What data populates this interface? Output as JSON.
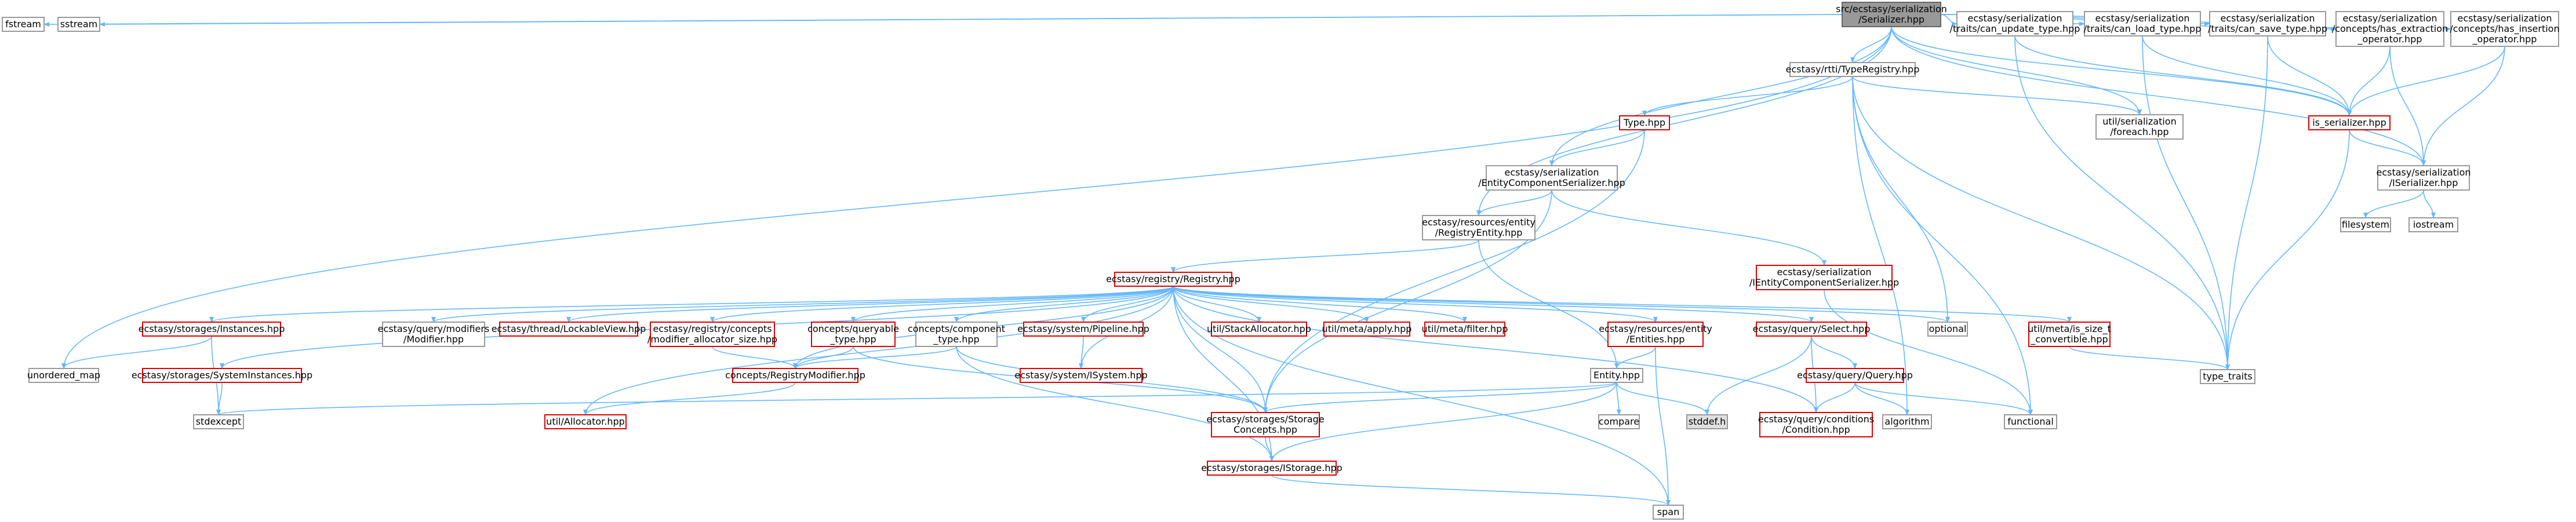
{
  "colors": {
    "edge": "#63b8ff",
    "arrow": "#63b8ff",
    "node_red_border": "#e00000",
    "node_grey_border": "#999999",
    "root_fill": "#999999",
    "std_fill": "#e0e0e0",
    "text": "#000000",
    "background": "#ffffff"
  },
  "nodes": [
    {
      "id": "root",
      "lines": [
        "src/ecstasy/serialization",
        "/Serializer.hpp"
      ],
      "style": "root"
    },
    {
      "id": "fstream",
      "lines": [
        "fstream"
      ],
      "style": "grey"
    },
    {
      "id": "sstream",
      "lines": [
        "sstream"
      ],
      "style": "grey"
    },
    {
      "id": "unordered_map",
      "lines": [
        "unordered_map"
      ],
      "style": "grey"
    },
    {
      "id": "rtti_TypeRegistry",
      "lines": [
        "ecstasy/rtti/TypeRegistry.hpp"
      ],
      "style": "grey"
    },
    {
      "id": "can_update",
      "lines": [
        "ecstasy/serialization",
        "/traits/can_update_type.hpp"
      ],
      "style": "grey"
    },
    {
      "id": "can_load",
      "lines": [
        "ecstasy/serialization",
        "/traits/can_load_type.hpp"
      ],
      "style": "grey"
    },
    {
      "id": "can_save",
      "lines": [
        "ecstasy/serialization",
        "/traits/can_save_type.hpp"
      ],
      "style": "grey"
    },
    {
      "id": "has_extraction",
      "lines": [
        "ecstasy/serialization",
        "/concepts/has_extraction",
        "_operator.hpp"
      ],
      "style": "grey"
    },
    {
      "id": "has_insertion",
      "lines": [
        "ecstasy/serialization",
        "/concepts/has_insertion",
        "_operator.hpp"
      ],
      "style": "grey"
    },
    {
      "id": "Type",
      "lines": [
        "Type.hpp"
      ],
      "style": "red"
    },
    {
      "id": "foreach",
      "lines": [
        "util/serialization",
        "/foreach.hpp"
      ],
      "style": "grey"
    },
    {
      "id": "is_serializer",
      "lines": [
        "is_serializer.hpp"
      ],
      "style": "red"
    },
    {
      "id": "EntityComponentSerializer",
      "lines": [
        "ecstasy/serialization",
        "/EntityComponentSerializer.hpp"
      ],
      "style": "grey"
    },
    {
      "id": "ISerializer",
      "lines": [
        "ecstasy/serialization",
        "/ISerializer.hpp"
      ],
      "style": "grey"
    },
    {
      "id": "RegistryEntity",
      "lines": [
        "ecstasy/resources/entity",
        "/RegistryEntity.hpp"
      ],
      "style": "grey"
    },
    {
      "id": "filesystem",
      "lines": [
        "filesystem"
      ],
      "style": "grey"
    },
    {
      "id": "iostream",
      "lines": [
        "iostream"
      ],
      "style": "grey"
    },
    {
      "id": "IEntityComponentSerializer",
      "lines": [
        "ecstasy/serialization",
        "/IEntityComponentSerializer.hpp"
      ],
      "style": "red"
    },
    {
      "id": "Registry",
      "lines": [
        "ecstasy/registry/Registry.hpp"
      ],
      "style": "red"
    },
    {
      "id": "Instances",
      "lines": [
        "ecstasy/storages/Instances.hpp"
      ],
      "style": "red"
    },
    {
      "id": "Modifier",
      "lines": [
        "ecstasy/query/modifiers",
        "/Modifier.hpp"
      ],
      "style": "grey"
    },
    {
      "id": "LockableView",
      "lines": [
        "ecstasy/thread/LockableView.hpp"
      ],
      "style": "red"
    },
    {
      "id": "modifier_allocator_size",
      "lines": [
        "ecstasy/registry/concepts",
        "/modifier_allocator_size.hpp"
      ],
      "style": "red"
    },
    {
      "id": "queryable_type",
      "lines": [
        "concepts/queryable",
        "_type.hpp"
      ],
      "style": "red"
    },
    {
      "id": "component_type",
      "lines": [
        "concepts/component",
        "_type.hpp"
      ],
      "style": "grey"
    },
    {
      "id": "Pipeline",
      "lines": [
        "ecstasy/system/Pipeline.hpp"
      ],
      "style": "red"
    },
    {
      "id": "StackAllocator",
      "lines": [
        "util/StackAllocator.hpp"
      ],
      "style": "red"
    },
    {
      "id": "apply",
      "lines": [
        "util/meta/apply.hpp"
      ],
      "style": "red"
    },
    {
      "id": "filter",
      "lines": [
        "util/meta/filter.hpp"
      ],
      "style": "red"
    },
    {
      "id": "Entities",
      "lines": [
        "ecstasy/resources/entity",
        "/Entities.hpp"
      ],
      "style": "red"
    },
    {
      "id": "Select",
      "lines": [
        "ecstasy/query/Select.hpp"
      ],
      "style": "red"
    },
    {
      "id": "optional",
      "lines": [
        "optional"
      ],
      "style": "grey"
    },
    {
      "id": "is_size_t_convertible",
      "lines": [
        "util/meta/is_size_t",
        "_convertible.hpp"
      ],
      "style": "red"
    },
    {
      "id": "type_traits",
      "lines": [
        "type_traits"
      ],
      "style": "grey"
    },
    {
      "id": "SystemInstances",
      "lines": [
        "ecstasy/storages/SystemInstances.hpp"
      ],
      "style": "red"
    },
    {
      "id": "RegistryModifier",
      "lines": [
        "concepts/RegistryModifier.hpp"
      ],
      "style": "red"
    },
    {
      "id": "ISystem",
      "lines": [
        "ecstasy/system/ISystem.hpp"
      ],
      "style": "red"
    },
    {
      "id": "Entity",
      "lines": [
        "Entity.hpp"
      ],
      "style": "grey"
    },
    {
      "id": "Query",
      "lines": [
        "ecstasy/query/Query.hpp"
      ],
      "style": "red"
    },
    {
      "id": "stdexcept",
      "lines": [
        "stdexcept"
      ],
      "style": "grey"
    },
    {
      "id": "Allocator",
      "lines": [
        "util/Allocator.hpp"
      ],
      "style": "red"
    },
    {
      "id": "StorageConcepts",
      "lines": [
        "ecstasy/storages/Storage",
        "Concepts.hpp"
      ],
      "style": "red"
    },
    {
      "id": "compare",
      "lines": [
        "compare"
      ],
      "style": "grey"
    },
    {
      "id": "stddef",
      "lines": [
        "stddef.h"
      ],
      "style": "std"
    },
    {
      "id": "Condition",
      "lines": [
        "ecstasy/query/conditions",
        "/Condition.hpp"
      ],
      "style": "red"
    },
    {
      "id": "algorithm",
      "lines": [
        "algorithm"
      ],
      "style": "grey"
    },
    {
      "id": "functional",
      "lines": [
        "functional"
      ],
      "style": "grey"
    },
    {
      "id": "IStorage",
      "lines": [
        "ecstasy/storages/IStorage.hpp"
      ],
      "style": "red"
    },
    {
      "id": "span",
      "lines": [
        "span"
      ],
      "style": "grey"
    }
  ],
  "edges": [
    [
      "root",
      "fstream"
    ],
    [
      "root",
      "sstream"
    ],
    [
      "root",
      "unordered_map"
    ],
    [
      "root",
      "rtti_TypeRegistry"
    ],
    [
      "root",
      "can_update"
    ],
    [
      "root",
      "can_load"
    ],
    [
      "root",
      "can_save"
    ],
    [
      "root",
      "has_extraction"
    ],
    [
      "root",
      "has_insertion"
    ],
    [
      "root",
      "ISerializer"
    ],
    [
      "root",
      "foreach"
    ],
    [
      "root",
      "EntityComponentSerializer"
    ],
    [
      "root",
      "RegistryEntity"
    ],
    [
      "root",
      "is_serializer"
    ],
    [
      "rtti_TypeRegistry",
      "Type"
    ],
    [
      "rtti_TypeRegistry",
      "foreach"
    ],
    [
      "rtti_TypeRegistry",
      "optional"
    ],
    [
      "rtti_TypeRegistry",
      "type_traits"
    ],
    [
      "rtti_TypeRegistry",
      "algorithm"
    ],
    [
      "rtti_TypeRegistry",
      "functional"
    ],
    [
      "can_update",
      "is_serializer"
    ],
    [
      "can_update",
      "type_traits"
    ],
    [
      "can_load",
      "is_serializer"
    ],
    [
      "can_load",
      "type_traits"
    ],
    [
      "can_save",
      "is_serializer"
    ],
    [
      "can_save",
      "type_traits"
    ],
    [
      "has_extraction",
      "is_serializer"
    ],
    [
      "has_extraction",
      "ISerializer"
    ],
    [
      "has_insertion",
      "is_serializer"
    ],
    [
      "has_insertion",
      "ISerializer"
    ],
    [
      "Type",
      "EntityComponentSerializer"
    ],
    [
      "Type",
      "StorageConcepts"
    ],
    [
      "is_serializer",
      "ISerializer"
    ],
    [
      "is_serializer",
      "type_traits"
    ],
    [
      "EntityComponentSerializer",
      "RegistryEntity"
    ],
    [
      "EntityComponentSerializer",
      "IEntityComponentSerializer"
    ],
    [
      "EntityComponentSerializer",
      "StorageConcepts"
    ],
    [
      "ISerializer",
      "filesystem"
    ],
    [
      "ISerializer",
      "iostream"
    ],
    [
      "RegistryEntity",
      "Registry"
    ],
    [
      "RegistryEntity",
      "Entity"
    ],
    [
      "IEntityComponentSerializer",
      "functional"
    ],
    [
      "Registry",
      "Instances"
    ],
    [
      "Registry",
      "Modifier"
    ],
    [
      "Registry",
      "LockableView"
    ],
    [
      "Registry",
      "modifier_allocator_size"
    ],
    [
      "Registry",
      "queryable_type"
    ],
    [
      "Registry",
      "component_type"
    ],
    [
      "Registry",
      "Pipeline"
    ],
    [
      "Registry",
      "StackAllocator"
    ],
    [
      "Registry",
      "apply"
    ],
    [
      "Registry",
      "filter"
    ],
    [
      "Registry",
      "Entities"
    ],
    [
      "Registry",
      "Select"
    ],
    [
      "Registry",
      "optional"
    ],
    [
      "Registry",
      "is_size_t_convertible"
    ],
    [
      "Registry",
      "SystemInstances"
    ],
    [
      "Registry",
      "RegistryModifier"
    ],
    [
      "Registry",
      "ISystem"
    ],
    [
      "Registry",
      "StorageConcepts"
    ],
    [
      "Registry",
      "IStorage"
    ],
    [
      "Registry",
      "Allocator"
    ],
    [
      "Registry",
      "Condition"
    ],
    [
      "Registry",
      "span"
    ],
    [
      "Instances",
      "unordered_map"
    ],
    [
      "Instances",
      "stdexcept"
    ],
    [
      "SystemInstances",
      "stdexcept"
    ],
    [
      "modifier_allocator_size",
      "RegistryModifier"
    ],
    [
      "queryable_type",
      "RegistryModifier"
    ],
    [
      "queryable_type",
      "StorageConcepts"
    ],
    [
      "component_type",
      "RegistryModifier"
    ],
    [
      "component_type",
      "StorageConcepts"
    ],
    [
      "component_type",
      "IStorage"
    ],
    [
      "Pipeline",
      "ISystem"
    ],
    [
      "RegistryModifier",
      "Allocator"
    ],
    [
      "Entities",
      "Entity"
    ],
    [
      "Entities",
      "span"
    ],
    [
      "Select",
      "Query"
    ],
    [
      "Select",
      "stddef"
    ],
    [
      "Select",
      "Condition"
    ],
    [
      "is_size_t_convertible",
      "type_traits"
    ],
    [
      "Entity",
      "stdexcept"
    ],
    [
      "Entity",
      "compare"
    ],
    [
      "Entity",
      "stddef"
    ],
    [
      "Entity",
      "StorageConcepts"
    ],
    [
      "Entity",
      "IStorage"
    ],
    [
      "Query",
      "Condition"
    ],
    [
      "Query",
      "algorithm"
    ],
    [
      "Query",
      "functional"
    ],
    [
      "StorageConcepts",
      "IStorage"
    ],
    [
      "IStorage",
      "span"
    ]
  ]
}
